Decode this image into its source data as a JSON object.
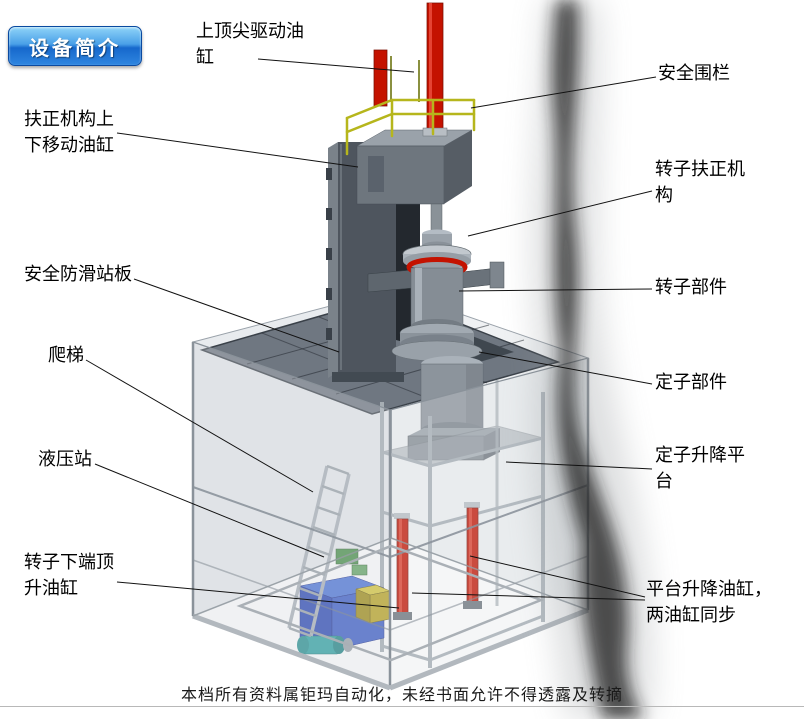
{
  "badge": {
    "label": "设备简介"
  },
  "labels": [
    {
      "id": "top-center-drive-cylinder",
      "text": "上顶尖驱动油\n缸"
    },
    {
      "id": "safety-fence",
      "text": "安全围栏"
    },
    {
      "id": "centering-updown-cylinder",
      "text": "扶正机构上\n下移动油缸"
    },
    {
      "id": "rotor-centering-mechanism",
      "text": "转子扶正机\n构"
    },
    {
      "id": "anti-slip-platform",
      "text": "安全防滑站板"
    },
    {
      "id": "rotor-component",
      "text": "转子部件"
    },
    {
      "id": "ladder",
      "text": "爬梯"
    },
    {
      "id": "stator-component",
      "text": "定子部件"
    },
    {
      "id": "hydraulic-station",
      "text": "液压站"
    },
    {
      "id": "stator-lift-platform",
      "text": "定子升降平\n台"
    },
    {
      "id": "rotor-bottom-jack-cylinder",
      "text": "转子下端顶\n升油缸"
    },
    {
      "id": "platform-lift-cylinders",
      "text": "平台升降油缸，\n两油缸同步"
    }
  ],
  "footer": {
    "text": "本档所有资料属钜玛自动化，未经书面允许不得透露及转摘"
  },
  "colors": {
    "badge_blue": "#1668cc",
    "cylinder_red": "#c41200",
    "railing_yellow": "#b6b61c",
    "hydraulic_blue": "#3a5cc8",
    "frame_gray": "#8a929a",
    "platform_gray": "#6f7781",
    "label_text": "#000000"
  }
}
